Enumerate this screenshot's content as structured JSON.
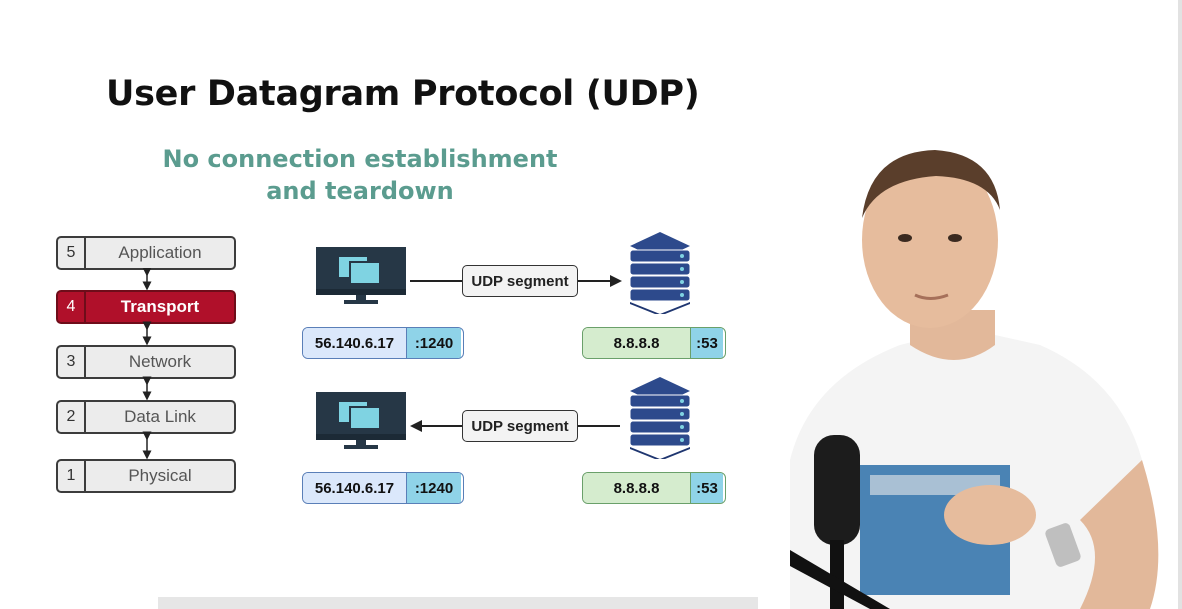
{
  "slide": {
    "title": "User Datagram Protocol (UDP)",
    "subtitle_line1": "No connection establishment",
    "subtitle_line2": "and teardown"
  },
  "layers": [
    {
      "num": "5",
      "label": "Application",
      "active": false
    },
    {
      "num": "4",
      "label": "Transport",
      "active": true
    },
    {
      "num": "3",
      "label": "Network",
      "active": false
    },
    {
      "num": "2",
      "label": "Data Link",
      "active": false
    },
    {
      "num": "1",
      "label": "Physical",
      "active": false
    }
  ],
  "flows": {
    "top": {
      "segment_label": "UDP segment",
      "client_ip": "56.140.6.17",
      "client_port": ":1240",
      "server_ip": "8.8.8.8",
      "server_port": ":53"
    },
    "bottom": {
      "segment_label": "UDP segment",
      "client_ip": "56.140.6.17",
      "client_port": ":1240",
      "server_ip": "8.8.8.8",
      "server_port": ":53"
    }
  },
  "colors": {
    "subtitle": "#5b9c8f",
    "active_layer": "#b0102a",
    "server": "#2d4a8c",
    "monitor": "#263746",
    "screen_window": "#7fd3e2"
  },
  "icons": [
    "computer-monitor-icon",
    "server-stack-icon"
  ]
}
